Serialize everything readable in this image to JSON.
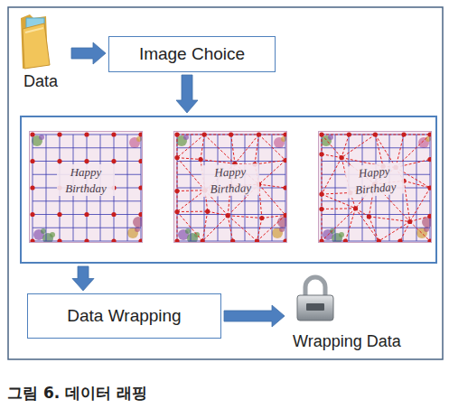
{
  "diagram": {
    "caption": "그림 6. 데이터 래핑",
    "nodes": [
      {
        "text": [
          "Data"
        ]
      },
      {
        "text": [
          "Image Choice"
        ]
      },
      {
        "text": []
      },
      {
        "text": [
          "Happy Birthday"
        ],
        "in": 2
      },
      {
        "text": [
          "Happy Birthday"
        ],
        "in": 2
      },
      {
        "text": [
          "Happy Birthday"
        ],
        "in": 2
      },
      {
        "text": [
          "Data Wrapping"
        ]
      },
      {
        "text": [
          "Wrapping Data"
        ]
      }
    ],
    "edges": [
      {
        "from": 0,
        "to": 1,
        "arrow": "to"
      },
      {
        "from": 1,
        "to": 2,
        "arrow": "to"
      },
      {
        "from": 3,
        "to": 4,
        "arrow": "to"
      },
      {
        "from": 4,
        "to": 5,
        "arrow": "to"
      },
      {
        "from": 2,
        "to": 6,
        "arrow": "to"
      },
      {
        "from": 6,
        "to": 7,
        "arrow": "to"
      }
    ]
  }
}
